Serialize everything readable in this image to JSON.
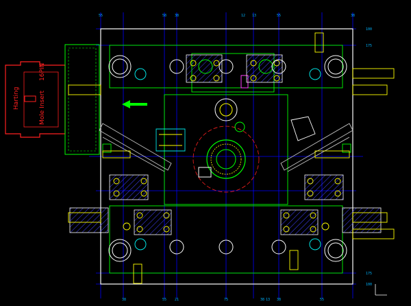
{
  "drawing": {
    "background": "#000000",
    "colors": {
      "frame": "#ffffff",
      "centerline": "#0000ff",
      "dimension": "#00b4ff",
      "outline": "#00ff00",
      "bolt": "#ffff00",
      "hatch": "#4040ff",
      "connector": "#ff2020",
      "slide": "#c0c0c0",
      "cyan": "#00e5e5",
      "magenta": "#ff40ff"
    },
    "connector_text": {
      "brand": "Harting",
      "line1": "Mole Insert",
      "line2": "16PIN"
    },
    "right_dims": [
      "100",
      "175",
      "175",
      "100"
    ],
    "top_dims": [
      "55",
      "58",
      "38",
      "12",
      "13",
      "55",
      "38"
    ],
    "bottom_dims": [
      "38",
      "55",
      "21",
      "75",
      "38",
      "13",
      "38",
      "55"
    ]
  }
}
